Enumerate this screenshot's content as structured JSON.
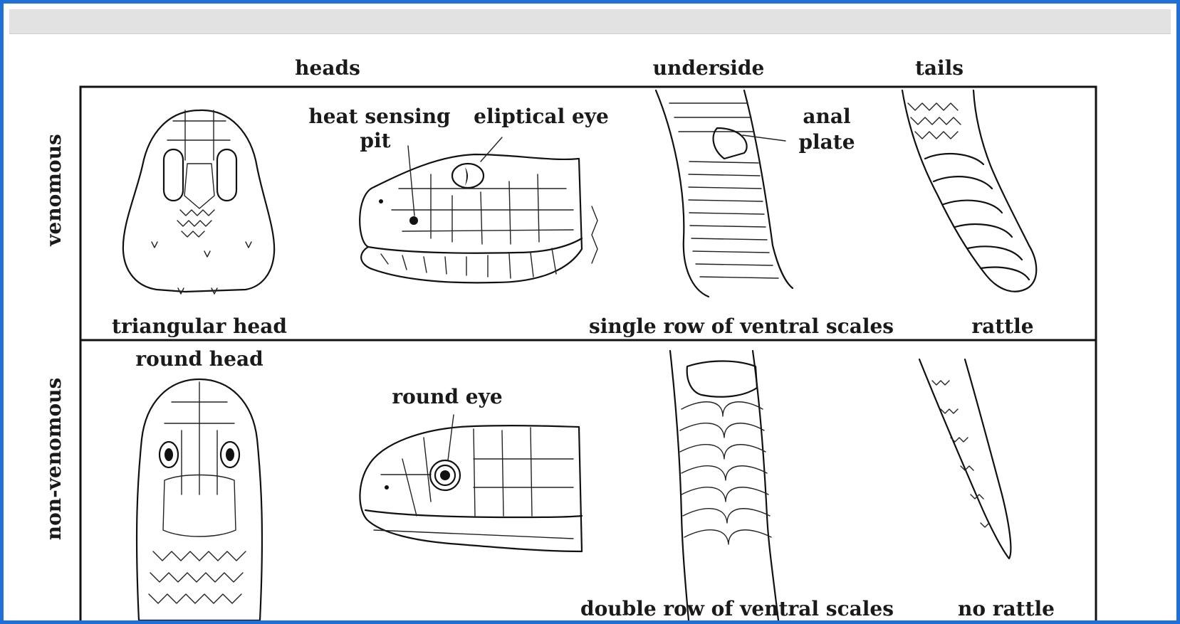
{
  "columns": {
    "heads": "heads",
    "underside": "underside",
    "tails": "tails"
  },
  "rows": {
    "venomous": "venomous",
    "non_venomous": "non-venomous"
  },
  "venomous": {
    "head_top": "triangular head",
    "pit_line1": "heat sensing",
    "pit_line2": "pit",
    "eye": "eliptical eye",
    "anal_line1": "anal",
    "anal_line2": "plate",
    "scales": "single row of ventral scales",
    "tail": "rattle"
  },
  "non_venomous": {
    "head_top": "round head",
    "eye": "round eye",
    "scales": "double row of ventral scales",
    "tail": "no rattle"
  },
  "colors": {
    "frame": "#1f6fd6",
    "topbar": "#e2e2e2",
    "ink": "#111111"
  },
  "icons": {
    "venomous_head_top": "triangular-snake-head-illustration",
    "venomous_head_side": "pit-viper-side-head-illustration",
    "venomous_underside": "single-row-ventral-scales-illustration",
    "venomous_tail": "rattle-tail-illustration",
    "non_venomous_head_top": "round-snake-head-illustration",
    "non_venomous_head_side": "colubrid-side-head-illustration",
    "non_venomous_underside": "double-row-ventral-scales-illustration",
    "non_venomous_tail": "tapered-tail-illustration"
  }
}
